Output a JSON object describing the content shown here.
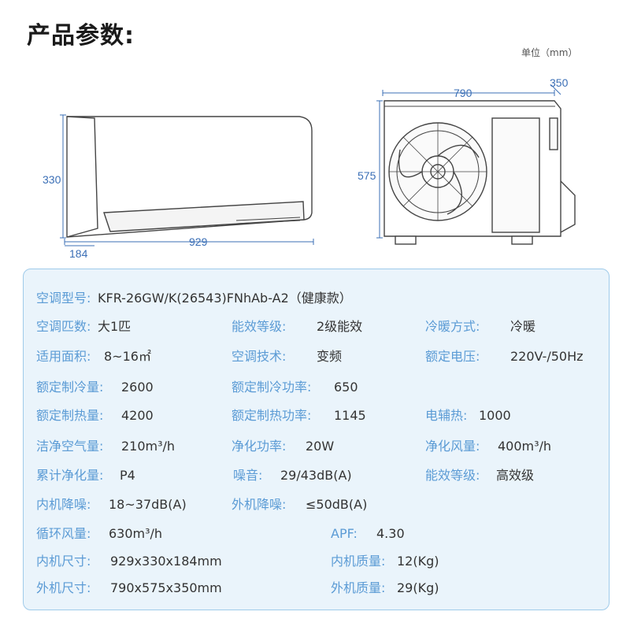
{
  "header": {
    "title": "产品参数:",
    "unit": "单位（mm）"
  },
  "dimensions": {
    "indoor_height": "330",
    "indoor_width": "929",
    "indoor_depth": "184",
    "outdoor_width": "790",
    "outdoor_depth": "350",
    "outdoor_height": "575"
  },
  "specs": {
    "r0": {
      "l1": "空调型号:",
      "v1": "KFR-26GW/K(26543)FNhAb-A2（健康款）"
    },
    "r1": {
      "l1": "空调匹数:",
      "v1": "大1匹",
      "l2": "能效等级:",
      "v2": "2级能效",
      "l3": "冷暖方式:",
      "v3": "冷暖"
    },
    "r2": {
      "l1": "适用面积:",
      "v1": "8~16㎡",
      "l2": "空调技术:",
      "v2": "变频",
      "l3": "额定电压:",
      "v3": "220V-/50Hz"
    },
    "r3": {
      "l1": "额定制冷量:",
      "v1": "2600",
      "l2": "额定制冷功率:",
      "v2": "650"
    },
    "r4": {
      "l1": "额定制热量:",
      "v1": "4200",
      "l2": "额定制热功率:",
      "v2": "1145",
      "l3": "电辅热:",
      "v3": "1000"
    },
    "r5": {
      "l1": "洁净空气量:",
      "v1": "210m³/h",
      "l2": "净化功率:",
      "v2": "20W",
      "l3": "净化风量:",
      "v3": "400m³/h"
    },
    "r6": {
      "l1": "累计净化量:",
      "v1": "P4",
      "l2": "噪音:",
      "v2": "29/43dB(A)",
      "l3": "能效等级:",
      "v3": "高效级"
    },
    "r7": {
      "l1": "内机降噪:",
      "v1": "18~37dB(A)",
      "l2": "外机降噪:",
      "v2": "≤50dB(A)"
    },
    "r8": {
      "l1": "循环风量:",
      "v1": "630m³/h",
      "l2": "APF:",
      "v2": "4.30"
    },
    "r9": {
      "l1": "内机尺寸:",
      "v1": "929x330x184mm",
      "l2": "内机质量:",
      "v2": "12(Kg)"
    },
    "r10": {
      "l1": "外机尺寸:",
      "v1": "790x575x350mm",
      "l2": "外机质量:",
      "v2": "29(Kg)"
    }
  },
  "colors": {
    "label": "#5b9bd5",
    "value": "#333333",
    "panel_bg": "#eaf4fb",
    "panel_border": "#9fcbea",
    "dimension": "#3b6fb6"
  }
}
